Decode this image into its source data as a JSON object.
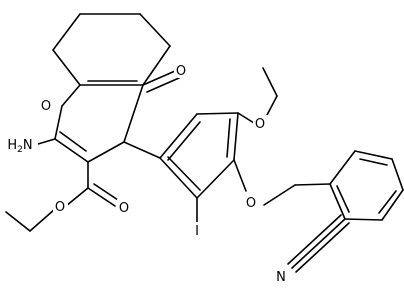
{
  "atoms": {
    "nh2": "H2N",
    "o_ring": "O",
    "o_ketone": "O",
    "o_ester_carbonyl": "O",
    "o_ester": "O",
    "o_ethoxy": "O",
    "o_benzyloxy": "O",
    "iodine": "I",
    "nitrile_n": "N"
  },
  "colors": {
    "bond": "#000000",
    "label": "#000000",
    "background": "#ffffff"
  }
}
